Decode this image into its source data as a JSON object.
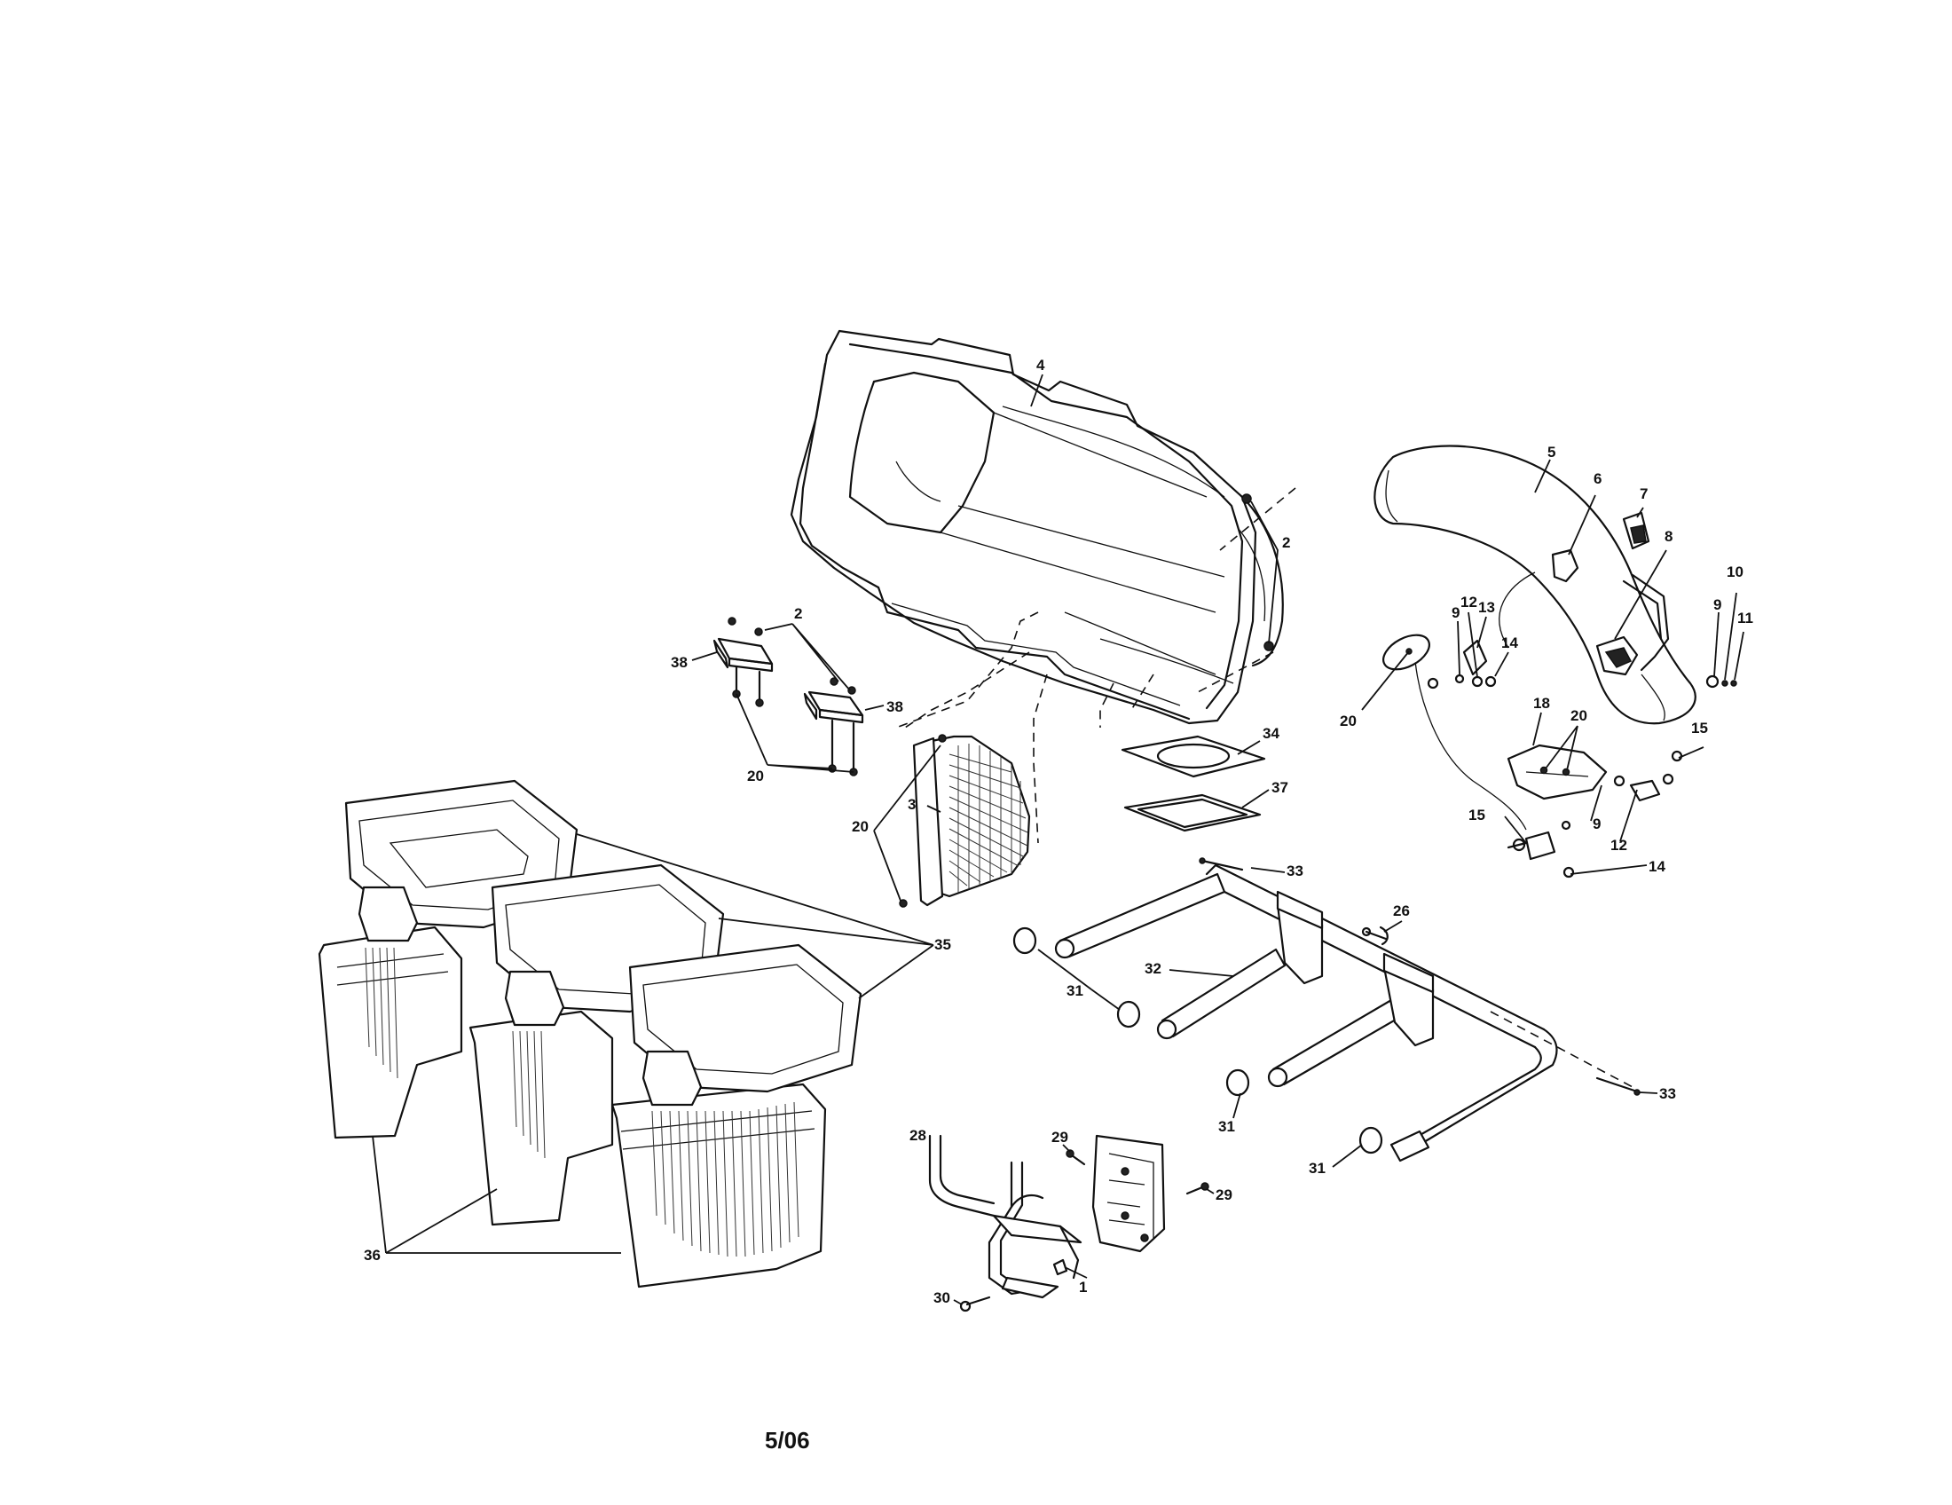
{
  "labels": {
    "p1": "1",
    "p2a": "2",
    "p2b": "2",
    "p3": "3",
    "p4": "4",
    "p5": "5",
    "p6": "6",
    "p7": "7",
    "p8": "8",
    "p9a": "9",
    "p9b": "9",
    "p9c": "9",
    "p10": "10",
    "p11": "11",
    "p12a": "12",
    "p12b": "12",
    "p13": "13",
    "p14a": "14",
    "p14b": "14",
    "p15a": "15",
    "p15b": "15",
    "p18": "18",
    "p20a": "20",
    "p20b": "20",
    "p20c": "20",
    "p20d": "20",
    "p26": "26",
    "p28": "28",
    "p29a": "29",
    "p29b": "29",
    "p30": "30",
    "p31a": "31",
    "p31b": "31",
    "p31c": "31",
    "p32": "32",
    "p33a": "33",
    "p33b": "33",
    "p34": "34",
    "p35": "35",
    "p36": "36",
    "p37": "37",
    "p38a": "38",
    "p38b": "38"
  },
  "footer": {
    "date": "5/06"
  }
}
